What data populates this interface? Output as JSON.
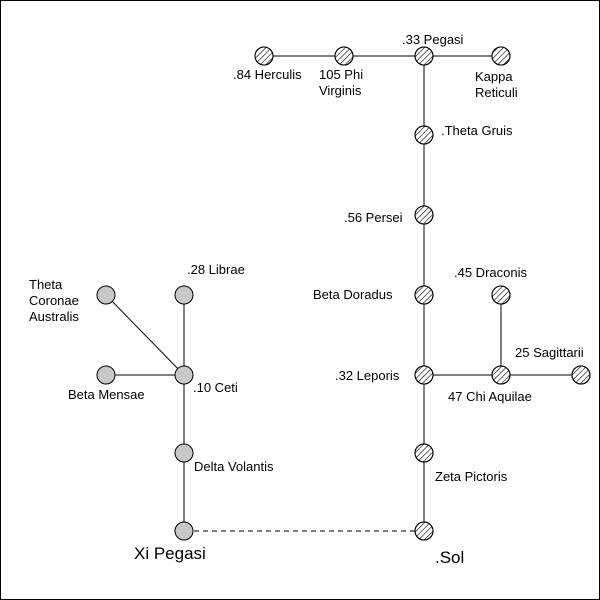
{
  "diagram": {
    "nodes": [
      {
        "id": "herculis84",
        "label": ".84 Herculis",
        "style": "hatched"
      },
      {
        "id": "phivirginis105",
        "label": [
          "105 Phi",
          "Virginis"
        ],
        "style": "hatched"
      },
      {
        "id": "pegasi33",
        "label": ".33 Pegasi",
        "style": "hatched"
      },
      {
        "id": "kappareticuli",
        "label": [
          "Kappa",
          "Reticuli"
        ],
        "style": "hatched"
      },
      {
        "id": "thetagruis",
        "label": ".Theta Gruis",
        "style": "hatched"
      },
      {
        "id": "persei56",
        "label": ".56 Persei",
        "style": "hatched"
      },
      {
        "id": "betadoradus",
        "label": "Beta Doradus",
        "style": "hatched"
      },
      {
        "id": "draconis45",
        "label": ".45 Draconis",
        "style": "hatched"
      },
      {
        "id": "leporis32",
        "label": ".32 Leporis",
        "style": "hatched"
      },
      {
        "id": "chiaquilae47",
        "label": "47 Chi Aquilae",
        "style": "hatched"
      },
      {
        "id": "sagittarii25",
        "label": "25 Sagittarii",
        "style": "hatched"
      },
      {
        "id": "zetapictoris",
        "label": "Zeta Pictoris",
        "style": "hatched"
      },
      {
        "id": "sol",
        "label": ".Sol",
        "style": "hatched",
        "emphasis": true
      },
      {
        "id": "librae28",
        "label": ".28 Librae",
        "style": "grey"
      },
      {
        "id": "thetacoronae",
        "label": [
          "Theta",
          "Coronae",
          "Australis"
        ],
        "style": "grey"
      },
      {
        "id": "betamensae",
        "label": "Beta Mensae",
        "style": "grey"
      },
      {
        "id": "ceti10",
        "label": ".10 Ceti",
        "style": "grey"
      },
      {
        "id": "deltavolantis",
        "label": "Delta Volantis",
        "style": "grey"
      },
      {
        "id": "xipegasi",
        "label": "Xi Pegasi",
        "style": "grey",
        "emphasis": true
      }
    ],
    "edges": [
      {
        "from": "herculis84",
        "to": "phivirginis105"
      },
      {
        "from": "phivirginis105",
        "to": "pegasi33"
      },
      {
        "from": "pegasi33",
        "to": "kappareticuli"
      },
      {
        "from": "pegasi33",
        "to": "thetagruis"
      },
      {
        "from": "thetagruis",
        "to": "persei56"
      },
      {
        "from": "persei56",
        "to": "betadoradus"
      },
      {
        "from": "betadoradus",
        "to": "leporis32"
      },
      {
        "from": "leporis32",
        "to": "chiaquilae47"
      },
      {
        "from": "chiaquilae47",
        "to": "sagittarii25"
      },
      {
        "from": "chiaquilae47",
        "to": "draconis45"
      },
      {
        "from": "leporis32",
        "to": "zetapictoris"
      },
      {
        "from": "zetapictoris",
        "to": "sol"
      },
      {
        "from": "sol",
        "to": "xipegasi",
        "dashed": true
      },
      {
        "from": "xipegasi",
        "to": "deltavolantis"
      },
      {
        "from": "deltavolantis",
        "to": "ceti10"
      },
      {
        "from": "ceti10",
        "to": "librae28"
      },
      {
        "from": "ceti10",
        "to": "thetacoronae"
      },
      {
        "from": "ceti10",
        "to": "betamensae"
      }
    ]
  }
}
